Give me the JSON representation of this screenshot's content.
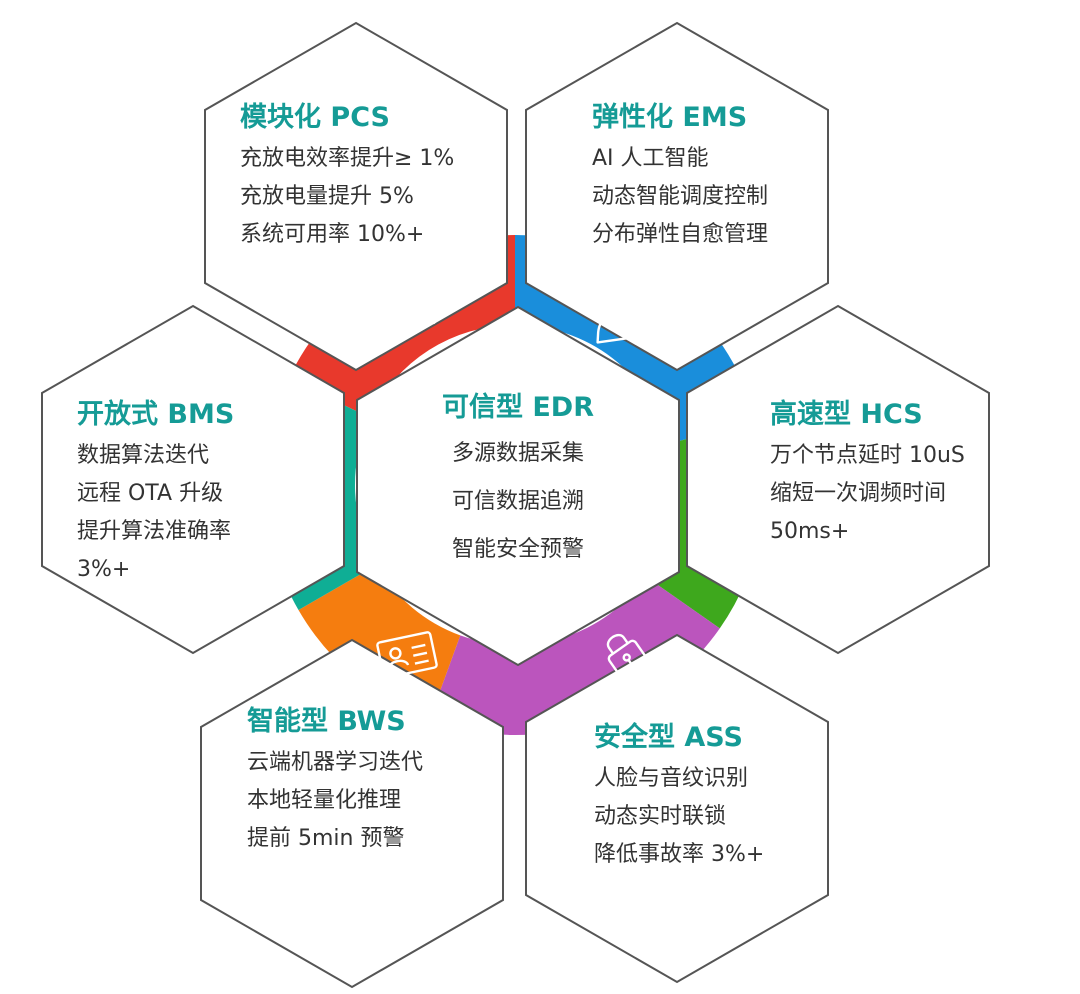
{
  "colors": {
    "title": "#159b96",
    "text": "#333333",
    "hex_stroke": "#555555",
    "pcs": "#e8392c",
    "ems": "#1a8edb",
    "hcs": "#3ea81d",
    "ass": "#bb55bd",
    "bws": "#f57d0f",
    "bms": "#0fae95"
  },
  "center": {
    "title": "可信型 EDR",
    "lines": [
      "多源数据采集",
      "可信数据追溯",
      "智能安全预警"
    ]
  },
  "pcs": {
    "title": "模块化 PCS",
    "lines": [
      "充放电效率提升≥ 1%",
      "充放电量提升 5%",
      "系统可用率 10%+"
    ],
    "icon": "gear-icon"
  },
  "ems": {
    "title": "弹性化 EMS",
    "lines": [
      "AI 人工智能",
      "动态智能调度控制",
      "分布弹性自愈管理"
    ],
    "icon": "user-icon"
  },
  "hcs": {
    "title": "高速型 HCS",
    "lines": [
      "万个节点延时 10uS",
      "缩短一次调频时间",
      "50ms+"
    ],
    "icon": "lightning-shield-icon"
  },
  "ass": {
    "title": "安全型 ASS",
    "lines": [
      "人脸与音纹识别",
      "动态实时联锁",
      "降低事故率 3%+"
    ],
    "icon": "lock-icon"
  },
  "bws": {
    "title": "智能型 BWS",
    "lines": [
      "云端机器学习迭代",
      "本地轻量化推理",
      "提前 5min 预警"
    ],
    "icon": "id-card-icon"
  },
  "bms": {
    "title": "开放式 BMS",
    "lines": [
      "数据算法迭代",
      "远程 OTA 升级",
      "提升算法准确率",
      "3%+"
    ],
    "icon": "battery-panel-icon"
  }
}
